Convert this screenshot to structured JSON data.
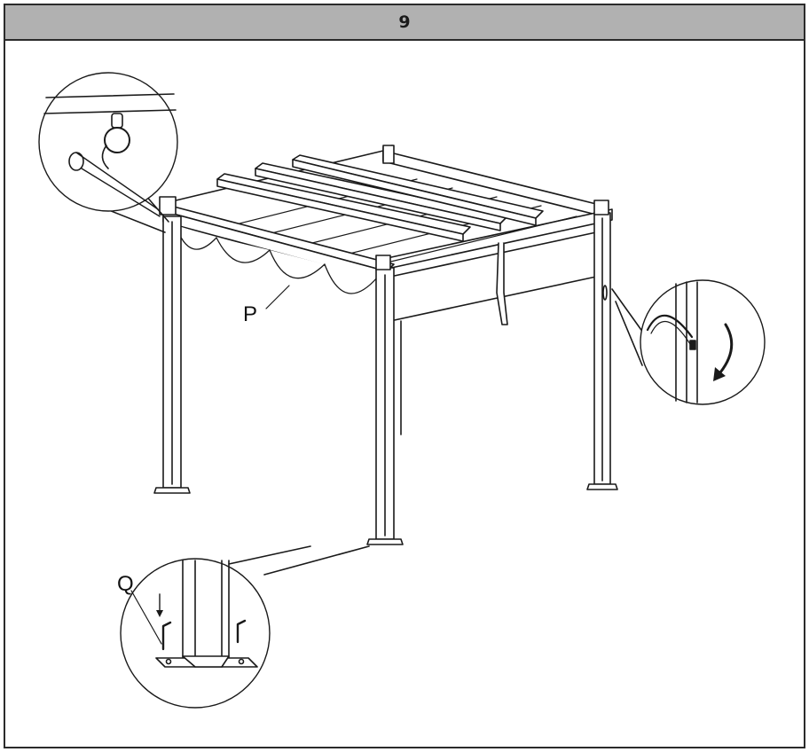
{
  "step": {
    "number": "9"
  },
  "labels": {
    "p": "P",
    "q": "Q"
  },
  "colors": {
    "header_bg": "#b1b1b1",
    "border": "#2b2b2b",
    "line": "#1a1a1a",
    "canopy": "#ffffff"
  }
}
